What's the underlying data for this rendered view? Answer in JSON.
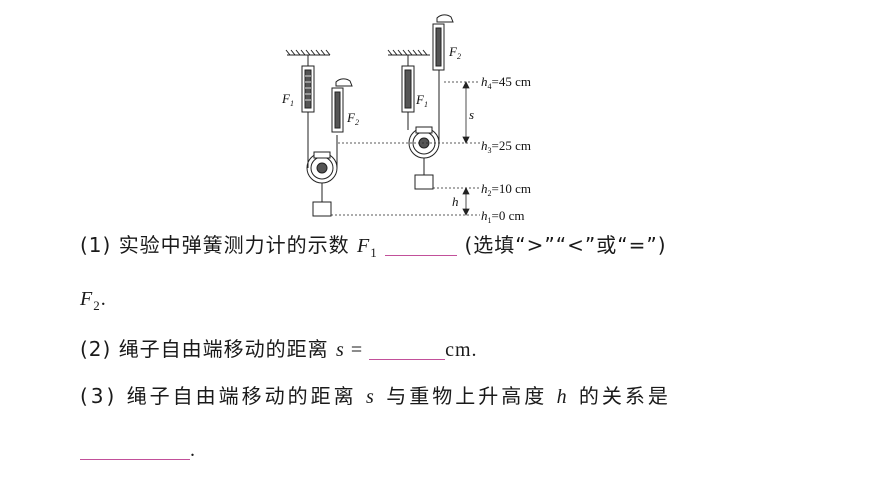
{
  "figure": {
    "spring_labels": {
      "f1_left": "F",
      "f2_left": "F",
      "f1_right": "F",
      "f2_right": "F",
      "sub1": "1",
      "sub2": "2"
    },
    "heights": [
      {
        "name": "h",
        "sub": "4",
        "value": "=45 cm"
      },
      {
        "name": "h",
        "sub": "3",
        "value": "=25 cm"
      },
      {
        "name": "h",
        "sub": "2",
        "value": "=10 cm"
      },
      {
        "name": "h",
        "sub": "1",
        "value": "=0 cm"
      }
    ],
    "s_label": "s",
    "h_label": "h"
  },
  "questions": {
    "q1_prefix": "(1) 实验中弹簧测力计的示数 ",
    "q1_var": "F",
    "q1_sub": "1",
    "q1_suffix": "(选填“>”“<”或“=”)",
    "q1_line2_var": "F",
    "q1_line2_sub": "2",
    "q1_line2_end": ".",
    "q2_prefix": "(2) 绳子自由端移动的距离 ",
    "q2_var": "s",
    "q2_eq": " = ",
    "q2_unit": "cm.",
    "q3_prefix": "(3) 绳子自由端移动的距离 ",
    "q3_var_s": "s",
    "q3_mid": " 与重物上升高度 ",
    "q3_var_h": "h",
    "q3_end": " 的关系是",
    "q3_line2_end": "."
  },
  "colors": {
    "blank_line": "#c2509a",
    "ink": "#1a1a1a"
  }
}
